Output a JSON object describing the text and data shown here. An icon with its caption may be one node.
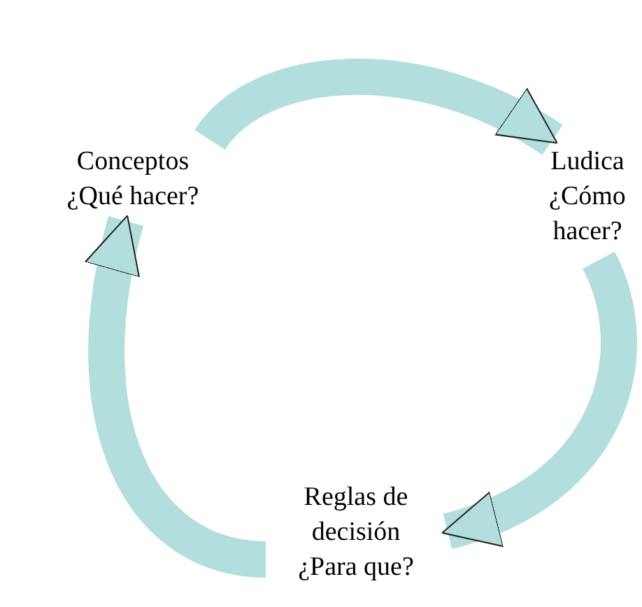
{
  "diagram": {
    "nodes": [
      {
        "text": [
          "Conceptos",
          "¿Qué hacer?"
        ]
      },
      {
        "text": [
          "Ludica",
          "¿Cómo hacer?"
        ]
      },
      {
        "text": [
          "Reglas de decisión",
          "¿Para que?"
        ]
      }
    ],
    "edges": [
      {
        "from": 0,
        "to": 1,
        "arrow": "to"
      },
      {
        "from": 1,
        "to": 2,
        "arrow": "to"
      },
      {
        "from": 2,
        "to": 0,
        "arrow": "to"
      }
    ]
  }
}
